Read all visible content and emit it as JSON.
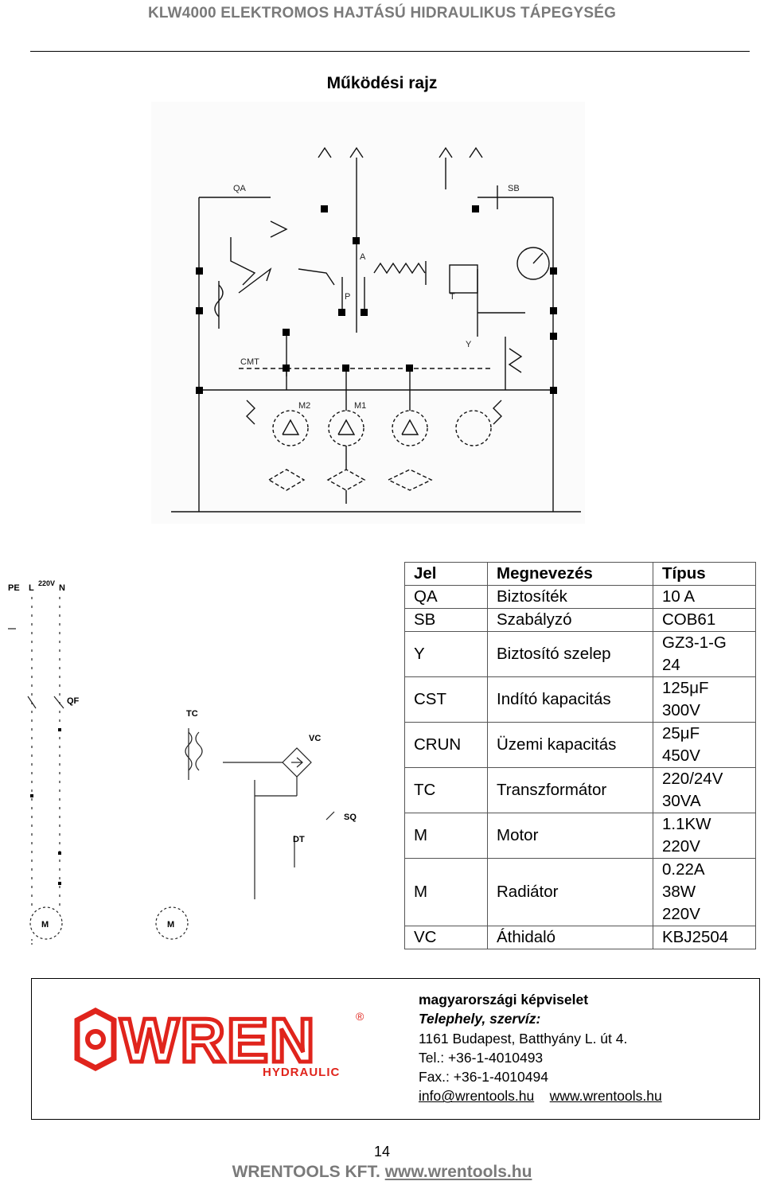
{
  "header": {
    "title": "KLW4000 ELEKTROMOS HAJTÁSÚ HIDRAULIKUS TÁPEGYSÉG"
  },
  "section_title": "Működési rajz",
  "diagram_labels": {
    "qa": "QA",
    "sb": "SB",
    "y": "Y",
    "a": "A",
    "p": "P",
    "t": "T",
    "cmt": "CMT",
    "m1": "M1",
    "m2": "M2"
  },
  "wiring_labels": {
    "pe": "PE",
    "l": "L",
    "v220": "220V",
    "n": "N",
    "qf": "QF",
    "tc": "TC",
    "vc": "VC",
    "sq": "SQ",
    "m": "M",
    "dt": "DT"
  },
  "legend": {
    "headers": [
      "Jel",
      "Megnevezés",
      "Típus"
    ],
    "rows": [
      {
        "jel": "QA",
        "nev": "Biztosíték",
        "tipus": [
          "10 A"
        ]
      },
      {
        "jel": "SB",
        "nev": "Szabályzó",
        "tipus": [
          "COB61"
        ]
      },
      {
        "jel": "Y",
        "nev": "Biztosító szelep",
        "tipus": [
          "GZ3-1-G",
          "24"
        ]
      },
      {
        "jel": "CST",
        "nev": "Indító kapacitás",
        "tipus": [
          "125μF",
          "300V"
        ]
      },
      {
        "jel": "CRUN",
        "nev": "Üzemi kapacitás",
        "tipus": [
          "25μF",
          "450V"
        ]
      },
      {
        "jel": "TC",
        "nev": "Transzformátor",
        "tipus": [
          "220/24V",
          "30VA"
        ]
      },
      {
        "jel": "M",
        "nev": "Motor",
        "tipus": [
          "1.1KW",
          "220V"
        ]
      },
      {
        "jel": "M",
        "nev": "Radiátor",
        "tipus": [
          "0.22A",
          "38W",
          "220V"
        ]
      },
      {
        "jel": "VC",
        "nev": "Áthidaló",
        "tipus": [
          "KBJ2504"
        ]
      }
    ]
  },
  "logo": {
    "brand": "WREN",
    "sub": "HYDRAULIC",
    "reg": "®"
  },
  "contact": {
    "line1": "magyarországi képviselet",
    "line2": "Telephely, szervíz:",
    "line3": "1161 Budapest, Batthyány L. út 4.",
    "line4": "Tel.: +36-1-4010493",
    "line5": "Fax.: +36-1-4010494",
    "email": "info@wrentools.hu",
    "web": "www.wrentools.hu"
  },
  "footer": {
    "page": "14",
    "company": "WRENTOOLS KFT.",
    "url": "www.wrentools.hu"
  },
  "colors": {
    "logo_red": "#e0241c",
    "header_gray": "#7a7a7a"
  }
}
